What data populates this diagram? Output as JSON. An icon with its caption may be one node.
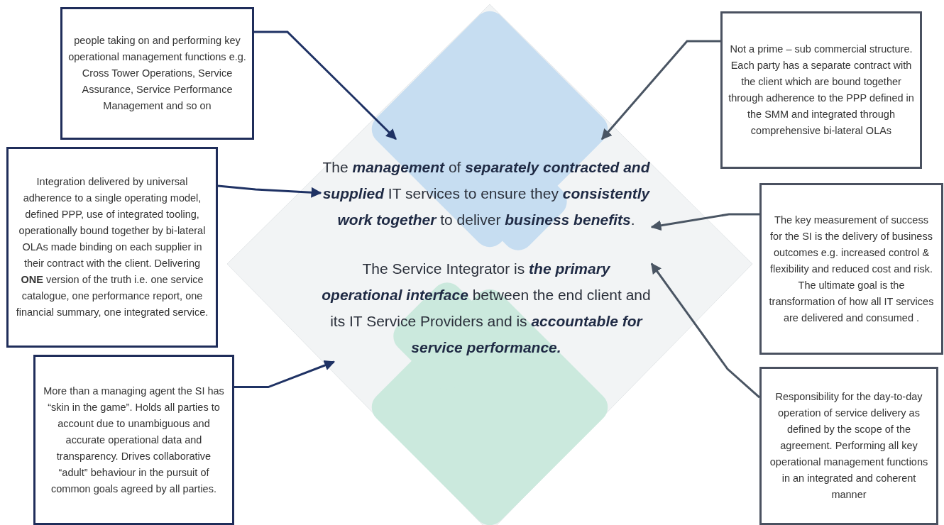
{
  "diagram": {
    "nodes": [
      {
        "text": [],
        "shape": "diamond"
      },
      {
        "text": [
          "The **management** of **separately contracted and supplied** IT services to ensure they **consistently work together** to deliver **business benefits**."
        ],
        "in": 0
      },
      {
        "text": [
          "The Service Integrator is **the primary operational interface** between the end client and its IT Service Providers and is **accountable for service performance.**"
        ],
        "in": 0
      },
      {
        "text": [
          "people taking on and performing key operational management functions e.g. Cross Tower Operations, Service Assurance, Service Performance Management and so on"
        ]
      },
      {
        "text": [
          "Not a prime – sub commercial structure. Each party has a separate contract with the client which are bound together through adherence to the PPP defined in the SMM and integrated through comprehensive bi-lateral OLAs"
        ]
      },
      {
        "text": [
          "Integration delivered by universal adherence to a single operating model, defined PPP, use of integrated tooling, operationally bound together by bi-lateral OLAs made binding on each supplier in their contract with the client. Delivering **ONE** version of the truth i.e. one service catalogue, one performance report, one financial summary, one integrated service."
        ]
      },
      {
        "text": [
          "The key measurement of success for the SI is the delivery of business outcomes e.g. increased control & flexibility and reduced cost and risk. The ultimate goal is the transformation of how all IT services are delivered and consumed ."
        ]
      },
      {
        "text": [
          "More than a managing agent the SI has “skin in the game”. Holds all parties to account due to unambiguous and accurate operational data and transparency. Drives collaborative “adult” behaviour in the pursuit of common goals agreed by all parties."
        ]
      },
      {
        "text": [
          "Responsibility for the day-to-day operation of service delivery as defined by the scope of the agreement. Performing all key operational management functions in an integrated and coherent manner"
        ]
      }
    ],
    "edges": [
      {
        "from": 3,
        "to": 1,
        "arrow": "to"
      },
      {
        "from": 4,
        "to": 1,
        "arrow": "to",
        "color": "#4a5563"
      },
      {
        "from": 5,
        "to": 1,
        "arrow": "to"
      },
      {
        "from": 6,
        "to": 1,
        "arrow": "to",
        "color": "#4a5563"
      },
      {
        "from": 7,
        "to": 2,
        "arrow": "to"
      },
      {
        "from": 8,
        "to": 2,
        "arrow": "to",
        "color": "#4a5563"
      }
    ]
  }
}
